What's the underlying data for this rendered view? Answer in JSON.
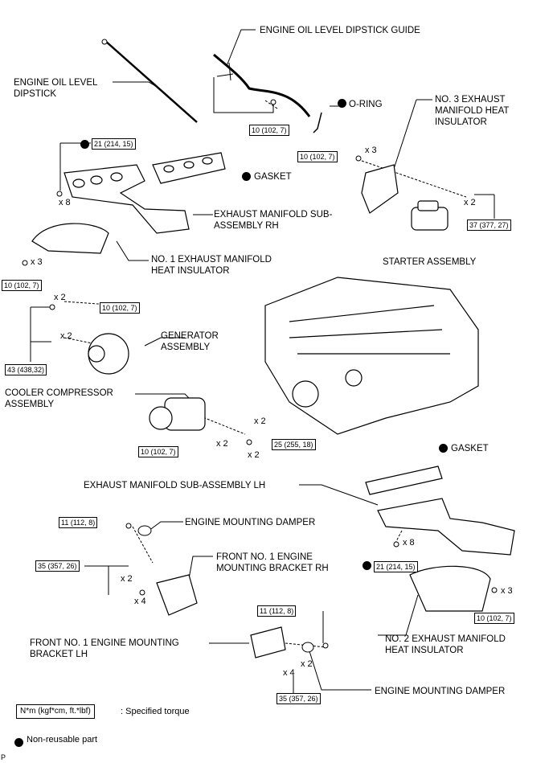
{
  "labels": {
    "dipstick_guide": "ENGINE OIL LEVEL DIPSTICK GUIDE",
    "dipstick": "ENGINE OIL LEVEL\nDIPSTICK",
    "o_ring": "O-RING",
    "no3_insulator": "NO. 3 EXHAUST\nMANIFOLD HEAT\nINSULATOR",
    "gasket_top": "GASKET",
    "exh_rh": "EXHAUST MANIFOLD SUB-\nASSEMBLY RH",
    "no1_insulator": "NO. 1 EXHAUST MANIFOLD\nHEAT INSULATOR",
    "starter": "STARTER ASSEMBLY",
    "generator": "GENERATOR\nASSEMBLY",
    "compressor": "COOLER COMPRESSOR\nASSEMBLY",
    "gasket_lh": "GASKET",
    "exh_lh": "EXHAUST MANIFOLD SUB-ASSEMBLY LH",
    "mount_damper_top": "ENGINE MOUNTING DAMPER",
    "bracket_rh": "FRONT NO. 1 ENGINE\nMOUNTING BRACKET RH",
    "no2_insulator": "NO. 2 EXHAUST MANIFOLD\nHEAT INSULATOR",
    "bracket_lh": "FRONT NO. 1 ENGINE MOUNTING\nBRACKET LH",
    "mount_damper_bottom": "ENGINE MOUNTING DAMPER"
  },
  "torques": {
    "dipstick_guide": "10 (102, 7)",
    "exh_rh_nut": "21 (214, 15)",
    "no3_bolt": "10 (102, 7)",
    "starter_bolt": "37 (377, 27)",
    "no1_bolt": "10 (102, 7)",
    "gen_bolt_a": "10 (102, 7)",
    "gen_bolt_b": "43 (438,32)",
    "comp_bolt": "10 (102, 7)",
    "comp_nut": "25 (255, 18)",
    "damper_nut_top": "11 (112, 8)",
    "bracket_rh_bolt": "35 (357, 26)",
    "exh_lh_nut": "21 (214, 15)",
    "no2_bolt": "10 (102, 7)",
    "damper_nut_bottom": "11 (112, 8)",
    "bracket_lh_bolt": "35 (357, 26)"
  },
  "quantities": {
    "exh_rh_nuts": "x 8",
    "no3_bolts": "x 3",
    "starter_bolts": "x 2",
    "no1_bolts": "x 3",
    "gen_a": "x 2",
    "gen_b": "x 2",
    "comp_bolts": "x 2",
    "comp_stud": "x 2",
    "comp_nuts": "x 2",
    "exh_lh_nuts": "x 8",
    "no2_bolts": "x 3",
    "bracket_rh_a": "x 2",
    "bracket_rh_b": "x 4",
    "bracket_lh_a": "x 2",
    "bracket_lh_b": "x 4"
  },
  "legend": {
    "torque_box": "N*m (kgf*cm, ft.*lbf)",
    "torque_text": ": Specified torque",
    "nonreusable": "Non-reusable part"
  },
  "page_code": "P",
  "colors": {
    "ink": "#000000",
    "paper": "#ffffff"
  }
}
